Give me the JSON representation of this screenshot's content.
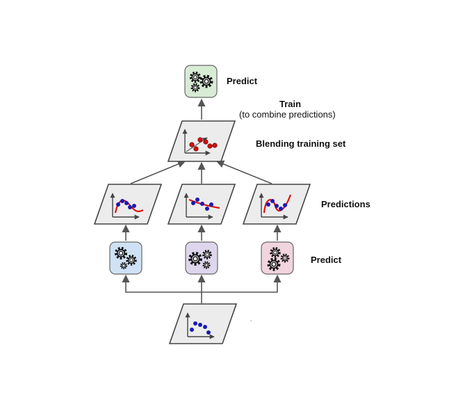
{
  "labels": {
    "predict_top": "Predict",
    "train_title": "Train",
    "train_subtitle": "(to combine predictions)",
    "blending": "Blending training set",
    "predictions": "Predictions",
    "predict_mid": "Predict"
  },
  "colors": {
    "panel_fill": "#ececec",
    "panel_stroke": "#444444",
    "arrow": "#555555",
    "point_blue": "#1a1ab5",
    "point_red": "#cc1111",
    "curve_red": "#dd1111",
    "predictor_top": "#d8ecd5",
    "predictor_left": "#cfe2f5",
    "predictor_center": "#ddd6ec",
    "predictor_right": "#f0d4de"
  },
  "icons": {
    "predictor": "gears-icon",
    "dataset": "scatter-plot-icon"
  }
}
